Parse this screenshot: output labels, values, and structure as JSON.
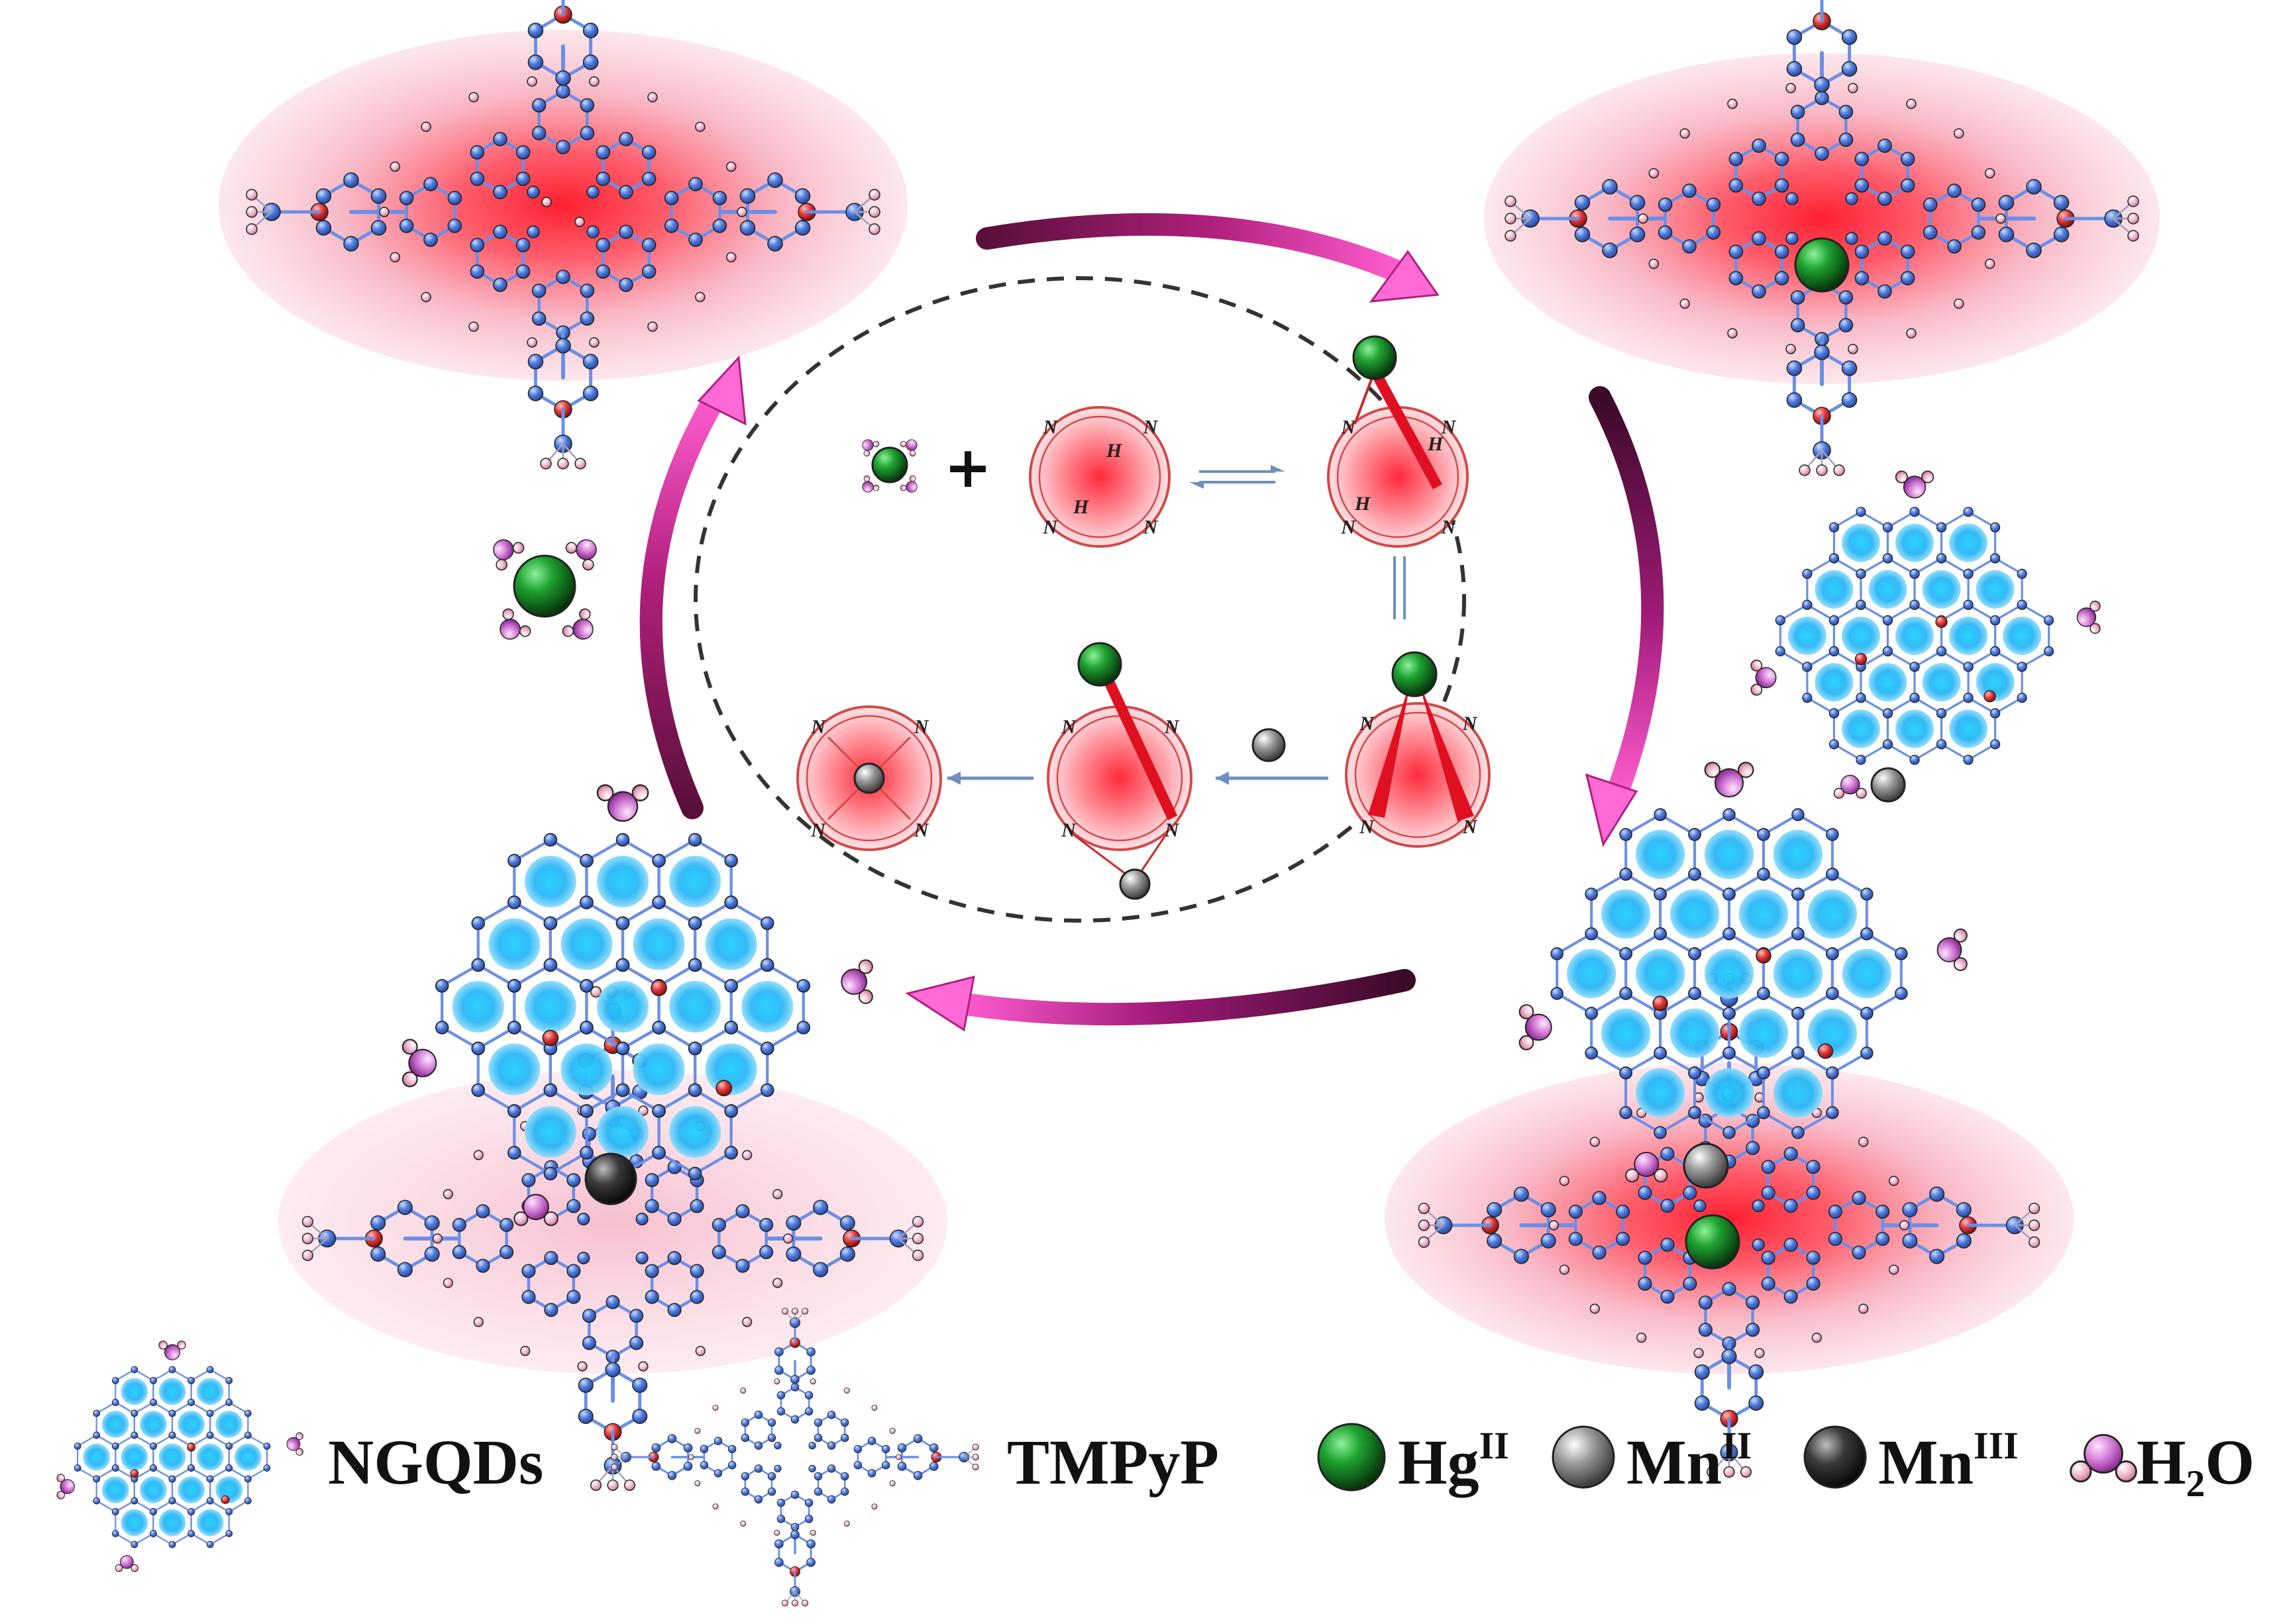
{
  "diagram": {
    "legend": [
      {
        "key": "ngqds",
        "label": "NGQDs",
        "sup": ""
      },
      {
        "key": "tmpyp",
        "label": "TMPyP",
        "sup": ""
      },
      {
        "key": "hg",
        "label": "Hg",
        "sup": "II"
      },
      {
        "key": "mn2",
        "label": "Mn",
        "sup": "II"
      },
      {
        "key": "mn3",
        "label": "Mn",
        "sup": "III"
      },
      {
        "key": "water",
        "label": "H₂O",
        "sup": ""
      }
    ],
    "mechanism": {
      "plus_sign": "+",
      "nitrogen_label": "N",
      "hydrogen_label": "H"
    },
    "colors": {
      "hg": "#1fa431",
      "mn2": "#9a9a9a",
      "mn3": "#3a3a3a",
      "water": "#d27ad6",
      "arrow": "#a01a78",
      "porphyrin_glow": "#ff2a3a",
      "ngqd": "#29b6f6",
      "tmpyp_atom": "#4f7de0"
    }
  }
}
